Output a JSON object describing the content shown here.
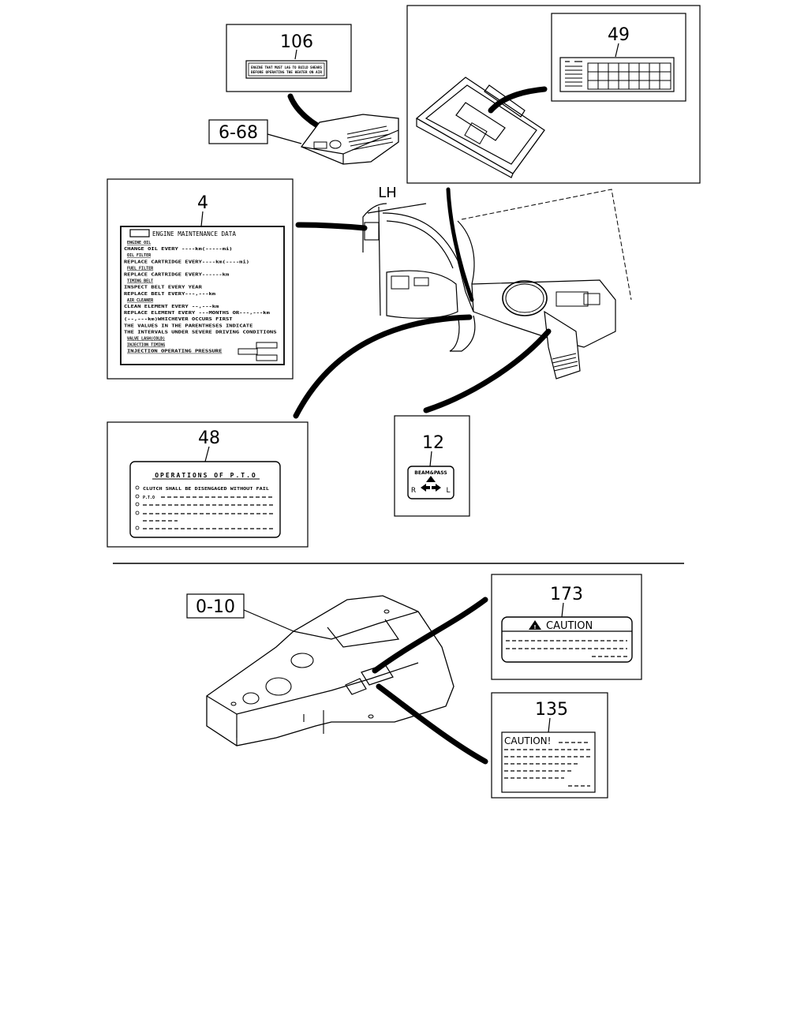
{
  "labels": {
    "p106": {
      "number": "106",
      "line1": "ENGINE THAT MUST LAG TO BUILD SHEARS",
      "line2": "BEFORE OPERATING THE HEATER ON AIR"
    },
    "p49": {
      "number": "49"
    },
    "p4": {
      "number": "4",
      "title": "ENGINE MAINTENANCE DATA",
      "lines": [
        "ENGINE OIL",
        "CHANGE OIL EVERY ----km(-----mi)",
        "OIL FILTER",
        "REPLACE CARTRIDGE EVERY----km(----mi)",
        "FUEL FILTER",
        "REPLACE CARTRIDGE EVERY------km",
        "TIMING BELT",
        "INSPECT BELT EVERY YEAR",
        "REPLACE BELT EVERY---,---km",
        "AIR CLEANER",
        "CLEAN ELEMENT EVERY --,---km",
        "REPLACE ELEMENT EVERY ---MONTHS OR---,---km",
        "(--,---km)WHICHEVER OCCURS FIRST",
        "THE VALUES IN THE PARENTHESES INDICATE",
        "THE INTERVALS UNDER SEVERE DRIVING CONDITIONS",
        "VALVE LASH(COLD)",
        "INJECTION TIMING",
        "INJECTION OPERATING PRESSURE"
      ]
    },
    "p48": {
      "number": "48",
      "title": "OPERATIONS OF P.T.O",
      "lines": [
        "CLUTCH SHALL BE DISENGAGED WITHOUT FAIL",
        "P.T.O"
      ]
    },
    "p12": {
      "number": "12",
      "top": "BEAM&PASS",
      "left": "R",
      "right": "L"
    },
    "p173": {
      "number": "173",
      "title": "CAUTION"
    },
    "p135": {
      "number": "135",
      "title": "CAUTION!"
    }
  },
  "references": {
    "r668": "6-68",
    "r010": "0-10"
  },
  "side": "LH"
}
